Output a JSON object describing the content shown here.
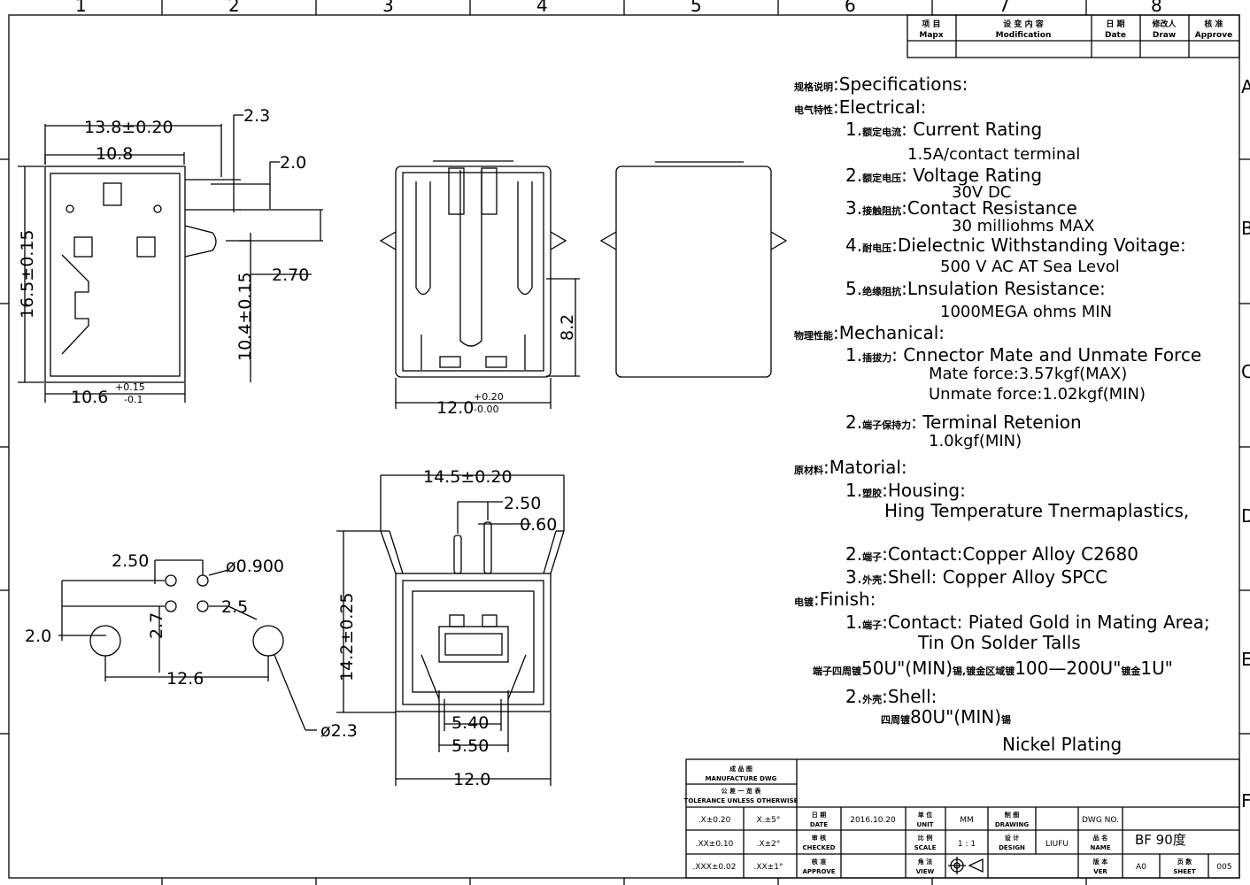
{
  "grid": {
    "columns": [
      "1",
      "2",
      "3",
      "4",
      "5",
      "6",
      "7",
      "8"
    ],
    "rows": [
      "A",
      "B",
      "C",
      "D",
      "E",
      "F"
    ]
  },
  "revision_table": {
    "headers": [
      {
        "cn": "项 目",
        "en": "Mapx"
      },
      {
        "cn": "设 变 内 容",
        "en": "Modification"
      },
      {
        "cn": "日 期",
        "en": "Date"
      },
      {
        "cn": "修改人",
        "en": "Draw"
      },
      {
        "cn": "核 准",
        "en": "Approve"
      }
    ]
  },
  "side_view": {
    "dims": {
      "width_top": "13.8±0.20",
      "inner_width": "10.8",
      "height": "16.5±0.15",
      "bottom_width": "10.6",
      "bottom_tol_plus": "+0.15",
      "bottom_tol_minus": "-0.1",
      "pin_offset": "2.3",
      "pin_gap": "2.0",
      "tab_height": "10.4±0.15",
      "tab_len": "2.70"
    }
  },
  "front_view": {
    "dims": {
      "width": "12.0",
      "tol_plus": "+0.20",
      "tol_minus": "-0.00",
      "depth": "8.2"
    }
  },
  "bottom_view": {
    "dims": {
      "width": "14.5±0.20",
      "pin_pitch": "2.50",
      "pin_width": "0.60",
      "height": "14.2±0.25",
      "inner1": "5.40",
      "inner2": "5.50",
      "base_width": "12.0"
    }
  },
  "pcb_layout": {
    "dims": {
      "pitch": "2.50",
      "hole": "ø0.900",
      "row_gap": "2.7",
      "row_pitch": "2.5",
      "offset": "2.0",
      "post_pitch": "12.6",
      "post_hole": "ø2.3"
    }
  },
  "specs": {
    "specifications": {
      "cn": "规格说明",
      "en": ":Specifications:"
    },
    "electrical": {
      "cn": "电气特性",
      "en": ":Electrical:"
    },
    "e1": {
      "num": "1.",
      "cn": "额定电流",
      "en": ": Current  Rating"
    },
    "e1v": "1.5A/contact  terminal",
    "e2": {
      "num": "2.",
      "cn": "额定电压",
      "en": ": Voltage  Rating"
    },
    "e2v": "30V DC",
    "e3": {
      "num": "3.",
      "cn": "接触阻抗",
      "en": ":Contact  Resistance"
    },
    "e3v": "30  milliohms  MAX",
    "e4": {
      "num": "4.",
      "cn": "耐电压",
      "en": ":Dielectnic  Withstanding  Voitage:"
    },
    "e4v": "500  V  AC  AT  Sea  Levol",
    "e5": {
      "num": "5.",
      "cn": "绝缘阻抗",
      "en": ":Lnsulation  Resistance:"
    },
    "e5v": "1000MEGA  ohms  MIN",
    "mechanical": {
      "cn": "物理性能",
      "en": ":Mechanical:"
    },
    "m1": {
      "num": "1.",
      "cn": "插拔力",
      "en": ": Cnnector  Mate  and  Unmate  Force"
    },
    "m1a": "Mate  force:3.57kgf(MAX)",
    "m1b": "Unmate  force:1.02kgf(MIN)",
    "m2": {
      "num": "2.",
      "cn": "端子保持力",
      "en": ": Terminal  Retenion"
    },
    "m2v": "1.0kgf(MIN)",
    "material": {
      "cn": "原材料",
      "en": ":Matorial:"
    },
    "mt1": {
      "num": "1.",
      "cn": "塑胶",
      "en": ":Housing:"
    },
    "mt1v": "Hing  Temperature    Tnermaplastics,",
    "mt2": {
      "num": "2.",
      "cn": "端子",
      "en": ":Contact:Copper  Alloy  C2680"
    },
    "mt3": {
      "num": "3.",
      "cn": "外壳",
      "en": ":Shell:  Copper  Alloy  SPCC"
    },
    "finish": {
      "cn": "电镀",
      "en": ":Finish:"
    },
    "f1": {
      "num": "1.",
      "cn": "端子",
      "en": ":Contact:  Piated  Gold  in  Mating  Area;"
    },
    "f1v": "Tin  On  Solder  Talls",
    "f1cn_a": "端子四周镀",
    "f1cn_b": "50U\"(MIN)",
    "f1cn_c": "锡,镀金区域镀",
    "f1cn_d": "100—200U\"",
    "f1cn_e": "镀金",
    "f1cn_f": "1U\"",
    "f2": {
      "num": "2.",
      "cn": "外壳",
      "en": ":Shell:"
    },
    "f2cn_a": "四周镀",
    "f2cn_b": "80U\"(MIN)",
    "f2cn_c": "锡",
    "f2v": "Nickel  Plating"
  },
  "title_block": {
    "manufacture_cn": "成 品 图",
    "manufacture_en": "MANUFACTURE DWG",
    "tolerance_cn": "公 差 一 览 表",
    "tolerance_en": "TOLERANCE UNLESS OTHERWISE",
    "tol_rows": [
      {
        "lin": ".X±0.20",
        "ang": "X.±5°"
      },
      {
        "lin": ".XX±0.10",
        "ang": ".X±2°"
      },
      {
        "lin": ".XXX±0.02",
        "ang": ".XX±1°"
      }
    ],
    "date_label": {
      "cn": "日 期",
      "en": "DATE"
    },
    "date": "2016.10.20",
    "checked_label": {
      "cn": "审 核",
      "en": "CHECKED"
    },
    "approve_label": {
      "cn": "核 准",
      "en": "APPROVE"
    },
    "unit_label": {
      "cn": "单 位",
      "en": "UNIT"
    },
    "unit": "MM",
    "scale_label": {
      "cn": "比 例",
      "en": "SCALE"
    },
    "scale": "1 : 1",
    "view_label": {
      "cn": "角 法",
      "en": "VIEW"
    },
    "drawing_label": {
      "cn": "制 图",
      "en": "DRAWING"
    },
    "design_label": {
      "cn": "设 计",
      "en": "DESIGN"
    },
    "designer": "LIUFU",
    "dwg_no_label": "DWG NO.",
    "name_label": {
      "cn": "品 名",
      "en": "NAME"
    },
    "name": "BF  90度",
    "ver_label": {
      "cn": "版 本",
      "en": "VER"
    },
    "ver": "A0",
    "sheet_label": {
      "cn": "页 数",
      "en": "SHEET"
    },
    "sheet": "005"
  }
}
